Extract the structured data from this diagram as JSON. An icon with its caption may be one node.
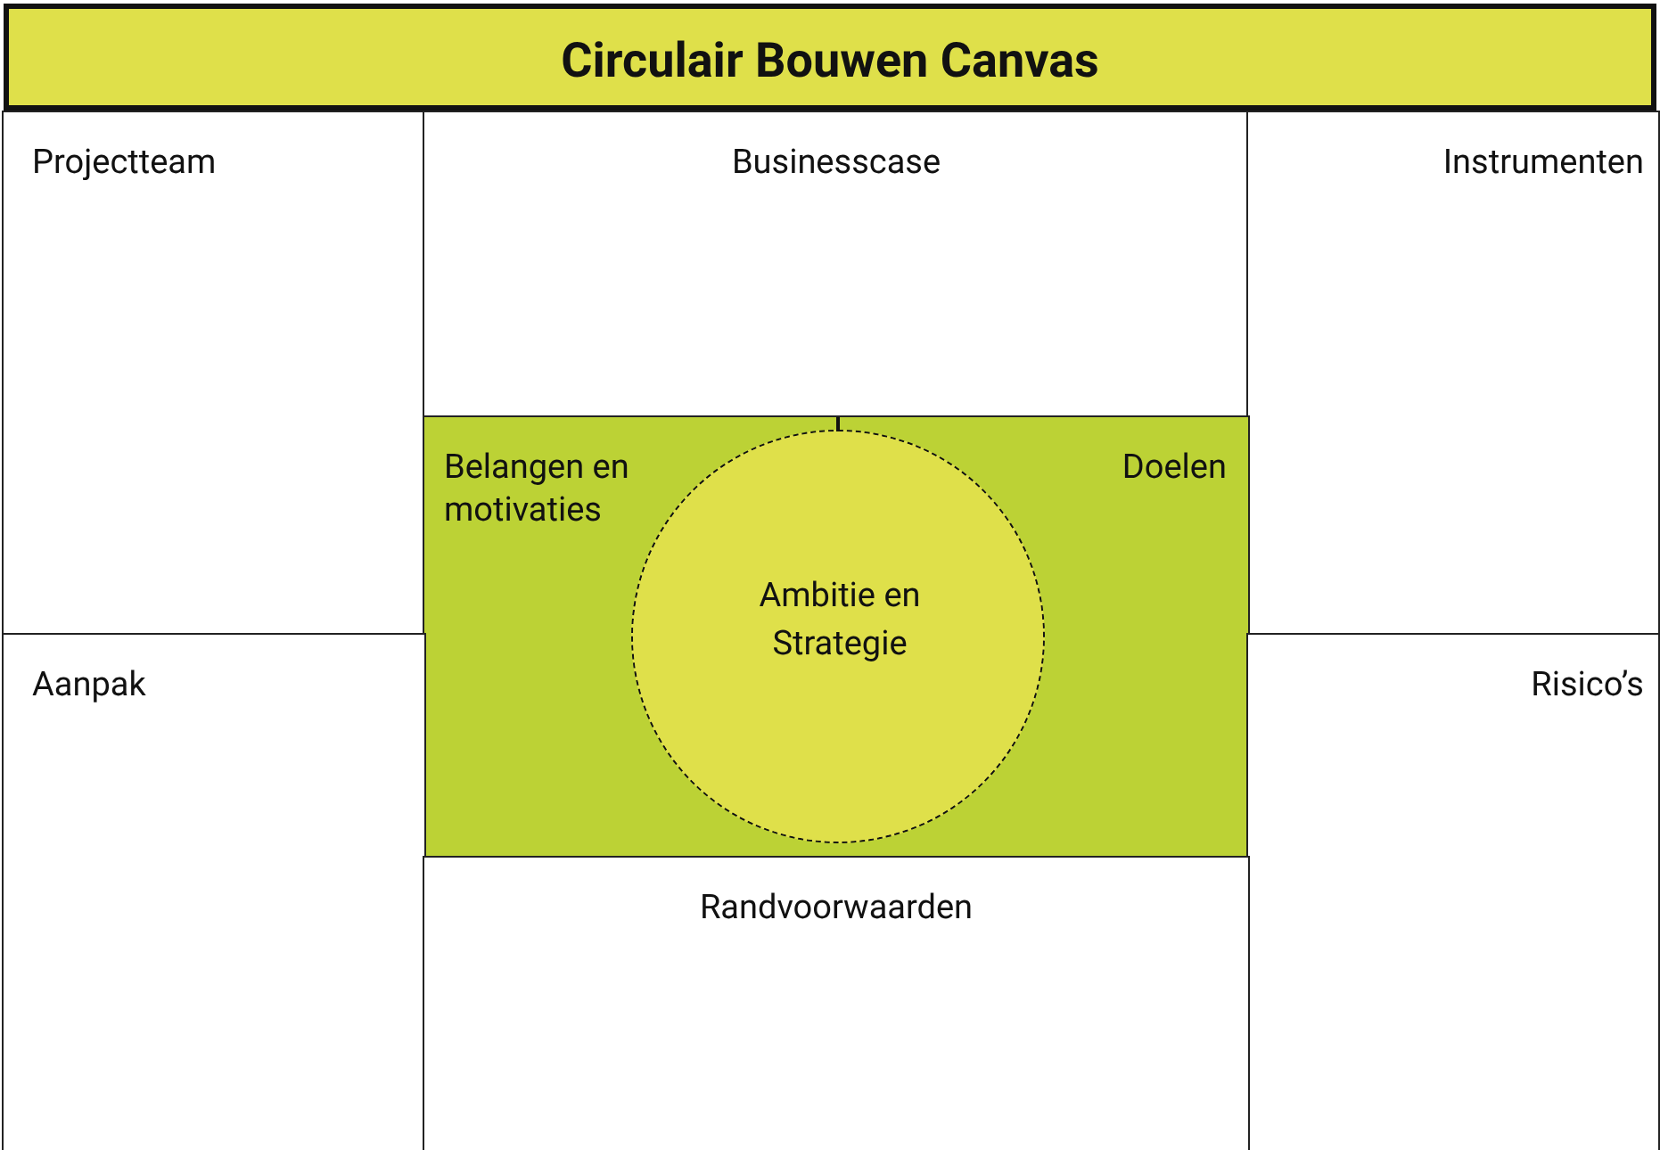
{
  "diagram": {
    "nodes": [
      {
        "text": [
          "Circulair Bouwen Canvas"
        ]
      },
      {
        "text": [
          "Projectteam"
        ]
      },
      {
        "text": [
          "Businesscase"
        ]
      },
      {
        "text": [
          "Instrumenten"
        ]
      },
      {
        "text": [
          "Belangen en motivaties",
          "Doelen"
        ]
      },
      {
        "text": [
          "Ambitie en Strategie"
        ],
        "in": 4
      },
      {
        "text": [
          "Aanpak"
        ]
      },
      {
        "text": [
          "Risico’s"
        ]
      },
      {
        "text": [
          "Randvoorwaarden"
        ]
      }
    ],
    "edges": []
  }
}
